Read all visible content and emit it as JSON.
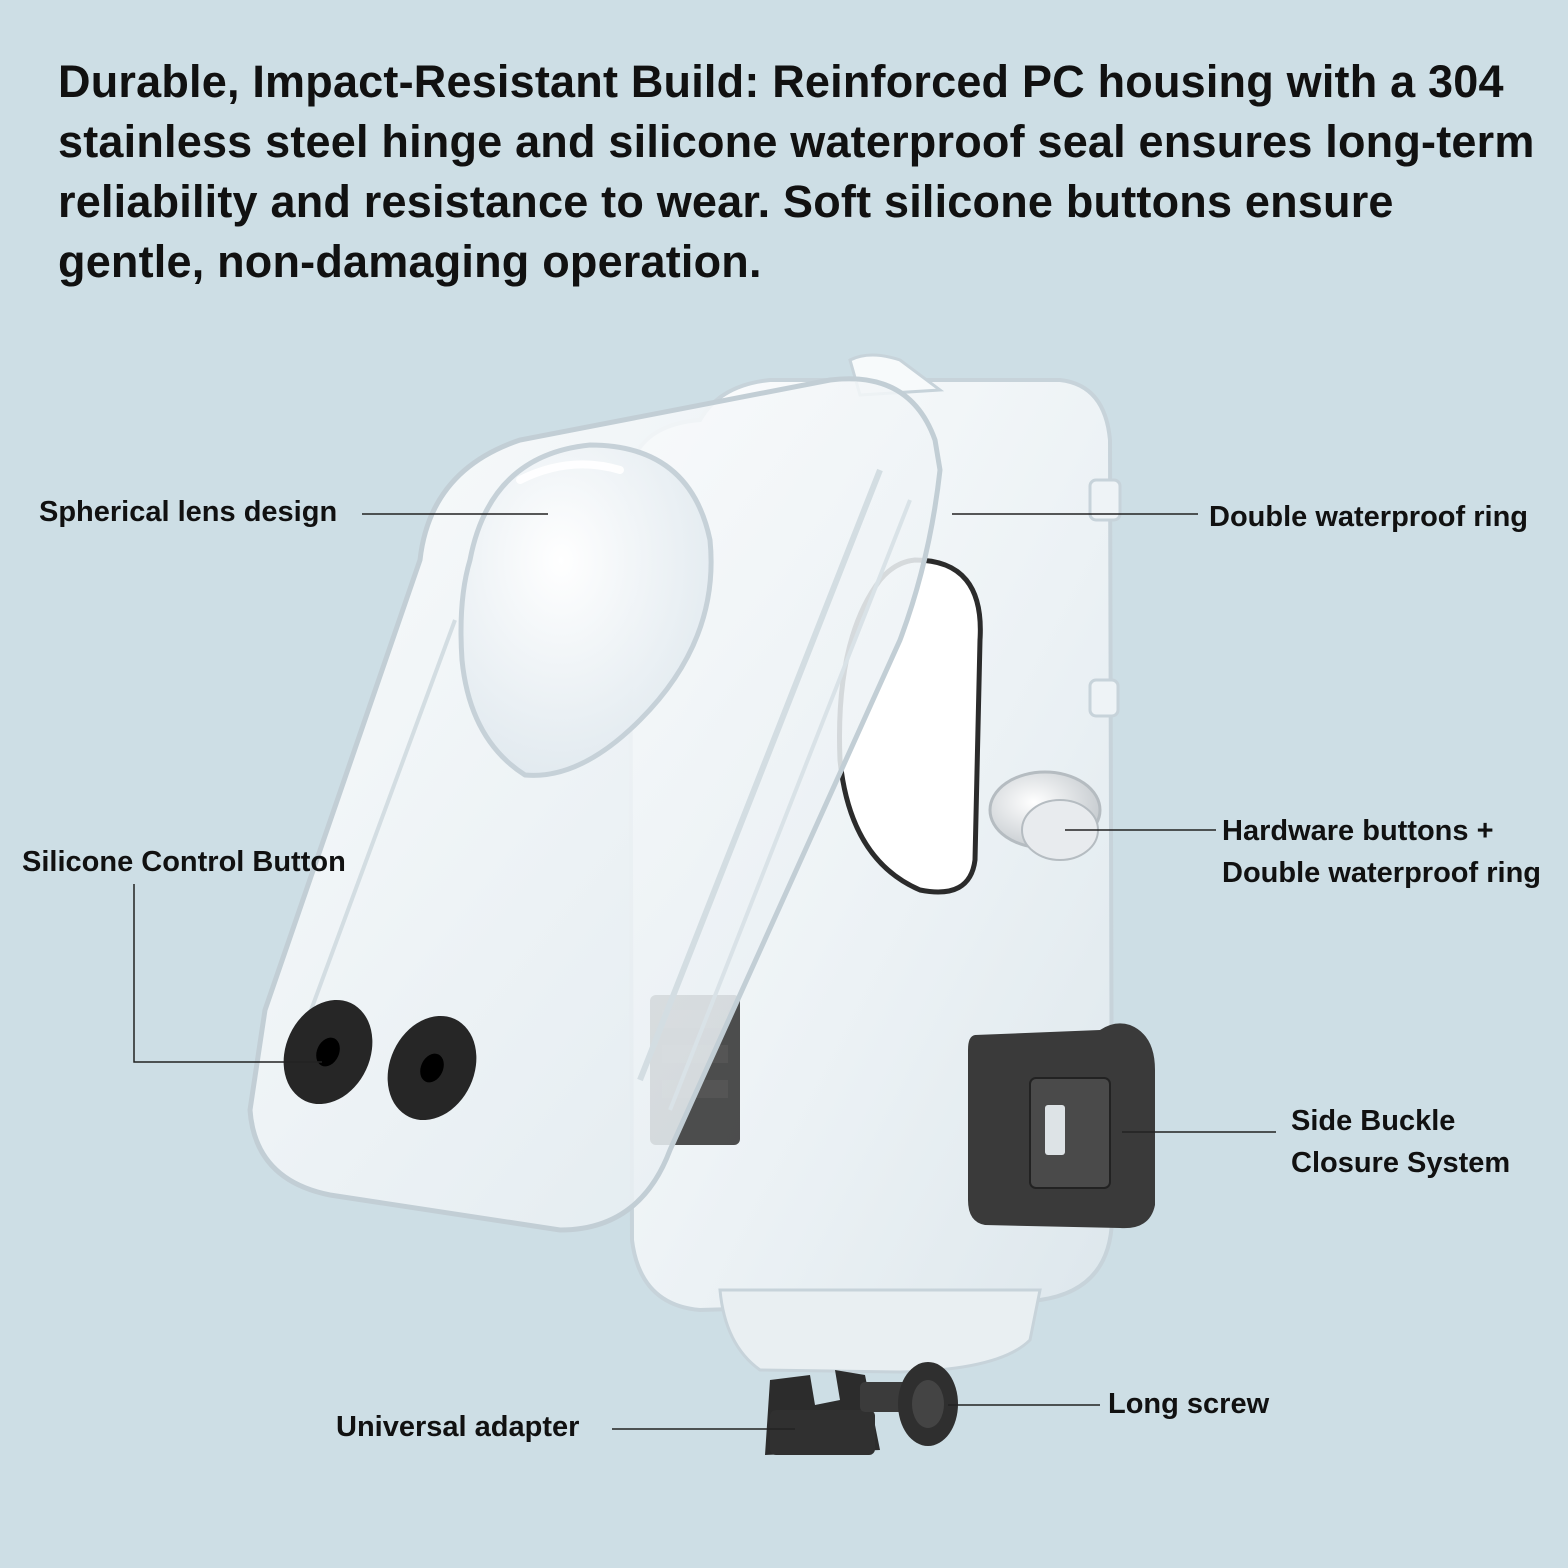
{
  "headline": "Durable, Impact-Resistant Build: Reinforced PC housing with a 304 stainless steel hinge and silicone waterproof seal ensures long-term reliability and resistance to wear. Soft silicone buttons ensure gentle, non-damaging operation.",
  "callouts": {
    "spherical_lens": "Spherical lens design",
    "double_ring": "Double waterproof ring",
    "hardware_buttons_line1": "Hardware buttons +",
    "hardware_buttons_line2": "Double waterproof ring",
    "silicone_button": "Silicone Control Button",
    "side_buckle_line1": "Side Buckle",
    "side_buckle_line2": "Closure System",
    "long_screw": "Long screw",
    "universal_adapter": "Universal adapter"
  },
  "colors": {
    "background": "#cddee5",
    "text": "#111111",
    "housing": "#f4f7f9",
    "buckle": "#3a3a3a"
  }
}
